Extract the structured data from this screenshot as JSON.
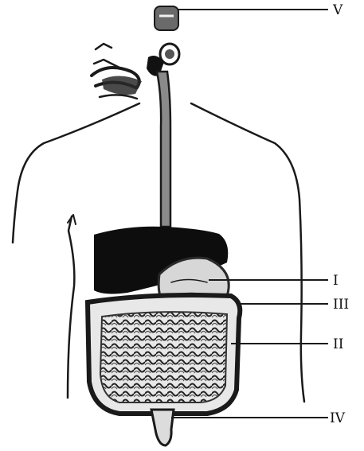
{
  "labels": {
    "top": "V",
    "liver_pointer": "I",
    "colon_pointer": "III",
    "small_intestine_pointer": "II",
    "rectum_pointer": "IV"
  }
}
